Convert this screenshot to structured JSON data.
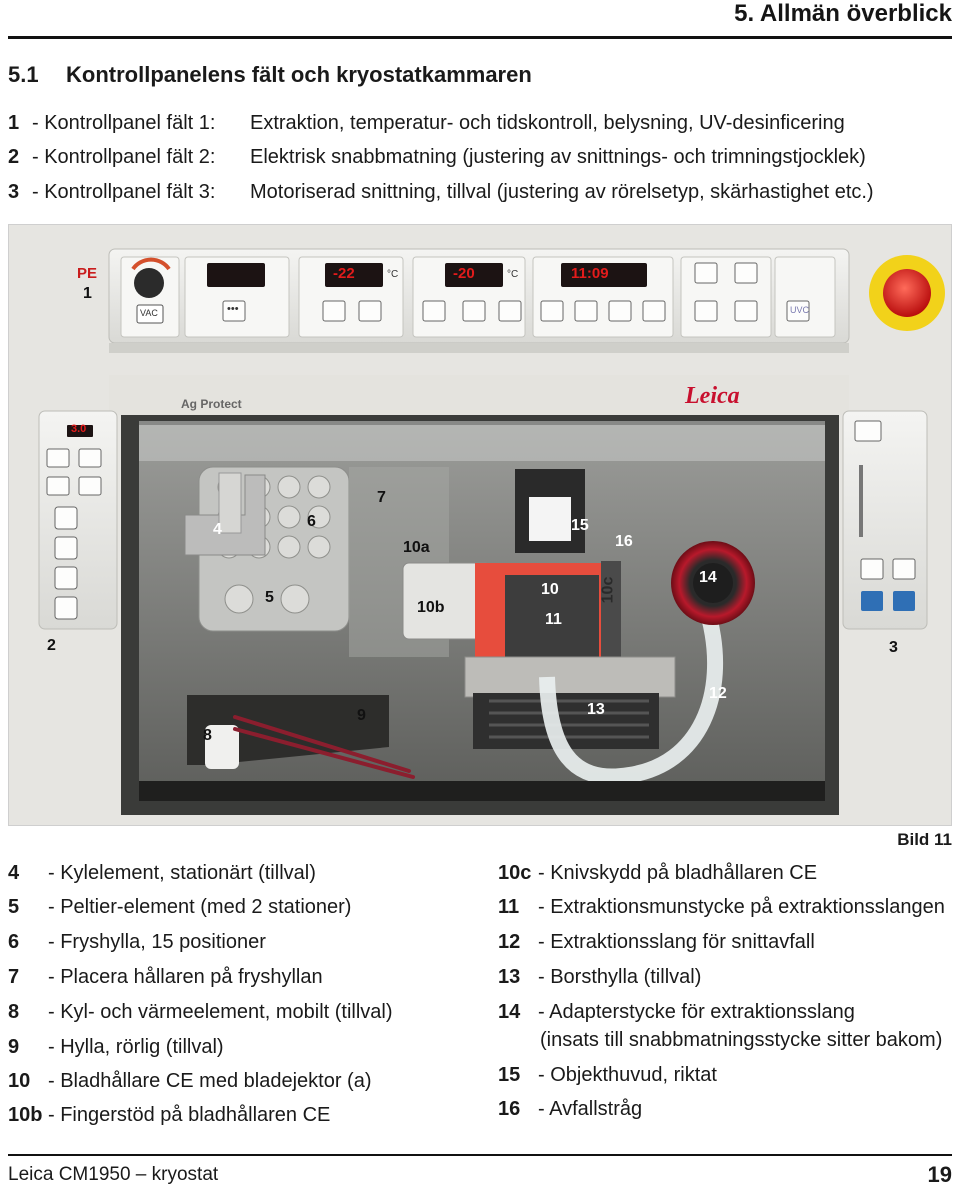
{
  "header": {
    "chapter": "5.   Allmän överblick"
  },
  "section": {
    "number": "5.1",
    "title": "Kontrollpanelens fält och kryostatkammaren"
  },
  "overview": [
    {
      "num": "1",
      "label": "- Kontrollpanel fält 1:",
      "desc": "Extraktion, temperatur- och tidskontroll, belysning, UV-desinficering"
    },
    {
      "num": "2",
      "label": "- Kontrollpanel fält 2:",
      "desc": "Elektrisk snabbmatning (justering av snittnings- och trimningstjocklek)"
    },
    {
      "num": "3",
      "label": "- Kontrollpanel fält 3:",
      "desc": "Motoriserad snittning, tillval (justering av rörelsetyp, skärhastighet etc.)"
    }
  ],
  "photo": {
    "brand": "Leica",
    "model_label": "Ag Protect",
    "displays": [
      "PE",
      "-22",
      "-20",
      "11:09",
      "3.0"
    ],
    "unit": "°C",
    "buttons": {
      "vac": "VAC",
      "uvc": "UVC",
      "dots": "•••",
      "minus": "−",
      "plus": "+"
    },
    "callouts": [
      "1",
      "2",
      "3",
      "4",
      "5",
      "6",
      "7",
      "8",
      "9",
      "10",
      "10a",
      "10b",
      "10c",
      "11",
      "12",
      "13",
      "14",
      "15",
      "16"
    ]
  },
  "figure_label": "Bild 11",
  "legend_left": [
    {
      "num": "4",
      "text": "- Kylelement, stationärt (tillval)"
    },
    {
      "num": "5",
      "text": "- Peltier-element (med 2 stationer)"
    },
    {
      "num": "6",
      "text": "- Fryshylla, 15 positioner"
    },
    {
      "num": "7",
      "text": "- Placera hållaren på fryshyllan"
    },
    {
      "num": "8",
      "text": "- Kyl- och värmeelement, mobilt (tillval)"
    },
    {
      "num": "9",
      "text": "- Hylla, rörlig (tillval)"
    },
    {
      "num": "10",
      "text": "- Bladhållare CE med bladejektor (a)"
    },
    {
      "num": "10b",
      "text": "- Fingerstöd på bladhållaren CE"
    }
  ],
  "legend_right": [
    {
      "num": "10c",
      "text": "- Knivskydd på bladhållaren CE"
    },
    {
      "num": "11",
      "text": "- Extraktionsmunstycke på extraktionsslangen"
    },
    {
      "num": "12",
      "text": "- Extraktionsslang för snittavfall"
    },
    {
      "num": "13",
      "text": "- Borsthylla (tillval)"
    },
    {
      "num": "14",
      "text": "- Adapterstycke för extraktionsslang"
    },
    {
      "num": "",
      "text": "(insats till snabbmatningsstycke sitter bakom)"
    },
    {
      "num": "15",
      "text": "- Objekthuvud, riktat"
    },
    {
      "num": "16",
      "text": "- Avfallstråg"
    }
  ],
  "footer": {
    "product": "Leica CM1950 – kryostat",
    "page": "19"
  },
  "colors": {
    "display_red": "#e31b1b",
    "leica_red": "#c8102e",
    "estop_yellow": "#f2d21a"
  }
}
